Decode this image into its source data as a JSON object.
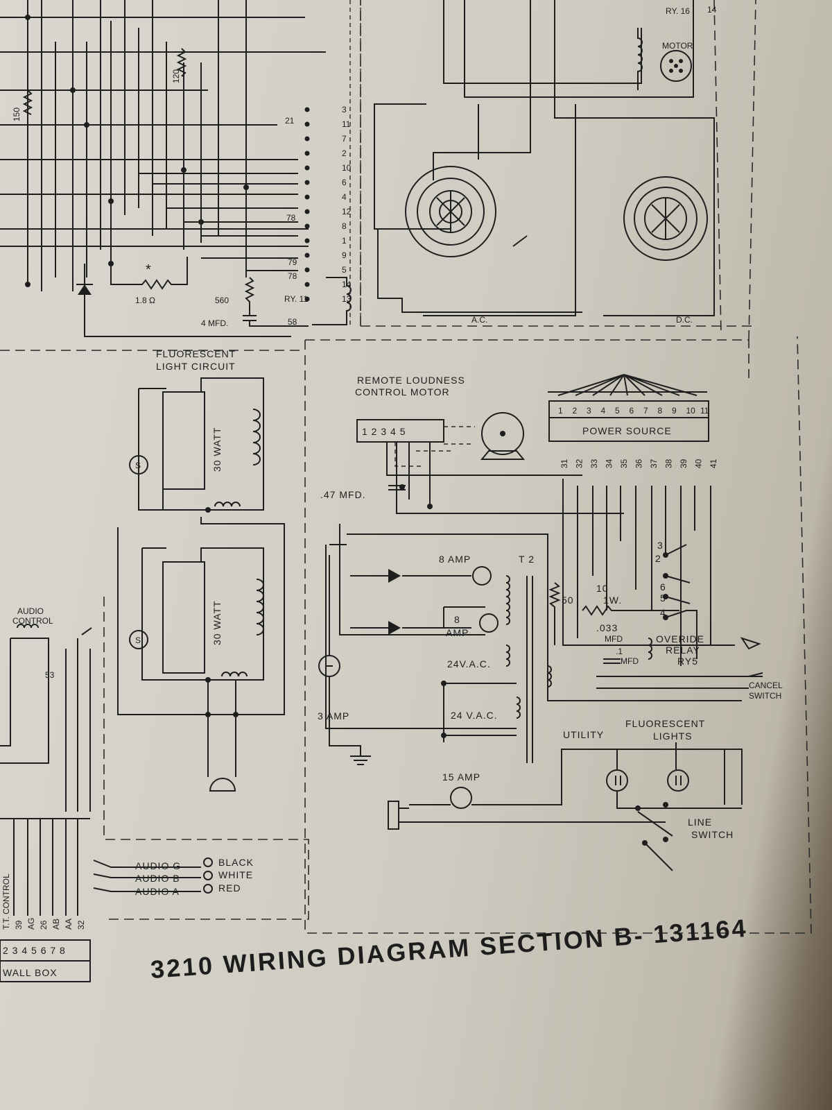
{
  "title": "3210 WIRING DIAGRAM SECTION B- 131164",
  "top": {
    "relay_label": "RY. 16",
    "motor_label": "MOTOR",
    "ac_label": "A.C.",
    "dc_label": "D.C.",
    "ry11_label": "RY. 11",
    "res_120": "120",
    "res_150": "150",
    "res_18": "1.8 Ω",
    "res_560": "560",
    "cap_4mfd": "4 MFD.",
    "terminal_left": [
      "21",
      "78",
      "79",
      "78",
      "58"
    ],
    "terminal_right": [
      "3",
      "11",
      "7",
      "2",
      "10",
      "6",
      "4",
      "12",
      "8",
      "1",
      "9",
      "5",
      "14",
      "13"
    ],
    "num_14": "14"
  },
  "fluorescent": {
    "title_1": "FLUORESCENT",
    "title_2": "LIGHT CIRCUIT",
    "watt_1": "30 WATT",
    "watt_2": "30 WATT",
    "starter": "S"
  },
  "remote": {
    "title_1": "REMOTE LOUDNESS",
    "title_2": "CONTROL MOTOR",
    "terminals": "1 2 3 4 5",
    "cap": ".47 MFD."
  },
  "power": {
    "label": "POWER  SOURCE",
    "terminals": [
      "1",
      "2",
      "3",
      "4",
      "5",
      "6",
      "7",
      "8",
      "9",
      "10",
      "11"
    ],
    "wires": [
      "31",
      "32",
      "33",
      "34",
      "35",
      "36",
      "37",
      "38",
      "39",
      "40",
      "41"
    ],
    "fuse_8amp_a": "8 AMP",
    "fuse_8amp_b_1": "8",
    "fuse_8amp_b_2": "AMP",
    "t2": "T 2",
    "res_50": "50",
    "res_10": "10",
    "res_1w": "1W.",
    "cap_033": ".033",
    "cap_mfd": "MFD",
    "cap_1": ".1",
    "cap_1mfd": "MFD",
    "v24_a": "24V.A.C.",
    "v24_b": "24 V.A.C.",
    "fuse_3amp": "3 AMP",
    "fuse_15amp": "15 AMP",
    "relay_1": "OVERIDE",
    "relay_2": "RELAY",
    "relay_3": "RY5",
    "relay_nums": [
      "3",
      "2",
      "6",
      "5",
      "4"
    ],
    "cancel_1": "CANCEL",
    "cancel_2": "SWITCH",
    "utility": "UTILITY",
    "fluor_1": "FLUORESCENT",
    "fluor_2": "LIGHTS",
    "line_1": "LINE",
    "line_2": "SWITCH"
  },
  "audio": {
    "control_1": "AUDIO",
    "control_2": "CONTROL",
    "num_53": "53",
    "leads": [
      "AUDIO G",
      "AUDIO B",
      "AUDIO A"
    ],
    "colors": [
      "BLACK",
      "WHITE",
      "RED"
    ],
    "wall_wires": [
      "T.T. CONTROL",
      "39",
      "AG",
      "26",
      "AB",
      "AA",
      "32"
    ],
    "wall_numbers": "2 3 4 5 6 7 8",
    "wall_box": "WALL BOX"
  }
}
